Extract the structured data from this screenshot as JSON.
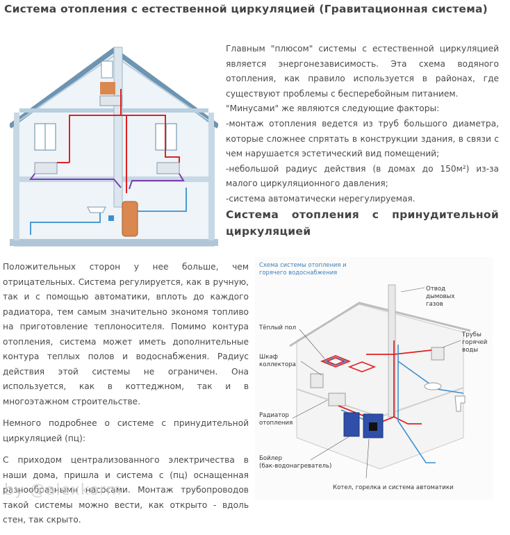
{
  "title": "Система отопления с естественной циркуляцией (Гравитационная система)",
  "right_column": {
    "paragraphs": [
      "Главным \"плюсом\" системы с естественной циркуляцией является энергонезависимость. Эта схема водяного отопления, как правило используется в районах, где существуют проблемы с бесперебойным питанием.",
      "\"Минусами\" же являются следующие факторы:",
      "-монтаж отопления ведется из труб большого диаметра, которые сложнее спрятать в конструкции здания, в связи с чем нарушается эстетический вид помещений;",
      "-небольшой радиус действия (в домах до 150м²) из-за малого циркуляционного давления;",
      "-система автоматически нерегулируемая."
    ]
  },
  "heading2": "Система отопления с принудительной циркуляцией",
  "left_column": {
    "paragraphs": [
      "Положительных сторон у нее больше, чем отрицательных. Система регулируется, как в ручную, так и с помощью автоматики, вплоть до каждого радиатора, тем самым значительно экономя топливо на приготовление теплоносителя. Помимо контура отопления, система может иметь дополнительные контура теплых полов и водоснабжения. Радиус действия этой системы не ограничен. Она используется, как в коттеджном, так и в многоэтажном строительстве.",
      "Немного подробнее о системе с принудительной циркуляцией (пц):",
      "С приходом централизованного электричества в наши дома, пришла и система с (пц) оснащенная разнообразными насосами. Монтаж трубопроводов такой системы можно вести, как открыто - вдоль стен, так скрыто."
    ]
  },
  "diagram2": {
    "title_line1": "Схема системы отопления и",
    "title_line2": "горячего водоснабжения",
    "labels": {
      "flue_1": "Отвод",
      "flue_2": "дымовых",
      "flue_3": "газов",
      "warm_floor": "Тёплый пол",
      "cabinet_1": "Шкаф",
      "cabinet_2": "коллектора",
      "hot_pipes_1": "Трубы",
      "hot_pipes_2": "горячей",
      "hot_pipes_3": "воды",
      "radiator_1": "Радиатор",
      "radiator_2": "отопления",
      "boiler_1": "Бойлер",
      "boiler_2": "(бак-водонагреватель)",
      "automation": "Котел, горелка и система автоматики"
    }
  },
  "watermark": "by @alexkorm",
  "colors": {
    "wall": "#cfe0ec",
    "pipe_hot": "#e02020",
    "pipe_return": "#7b3fb0",
    "pipe_cold": "#3a8fd0",
    "boiler": "#d98850",
    "diagram_title": "#3f7fb8"
  }
}
